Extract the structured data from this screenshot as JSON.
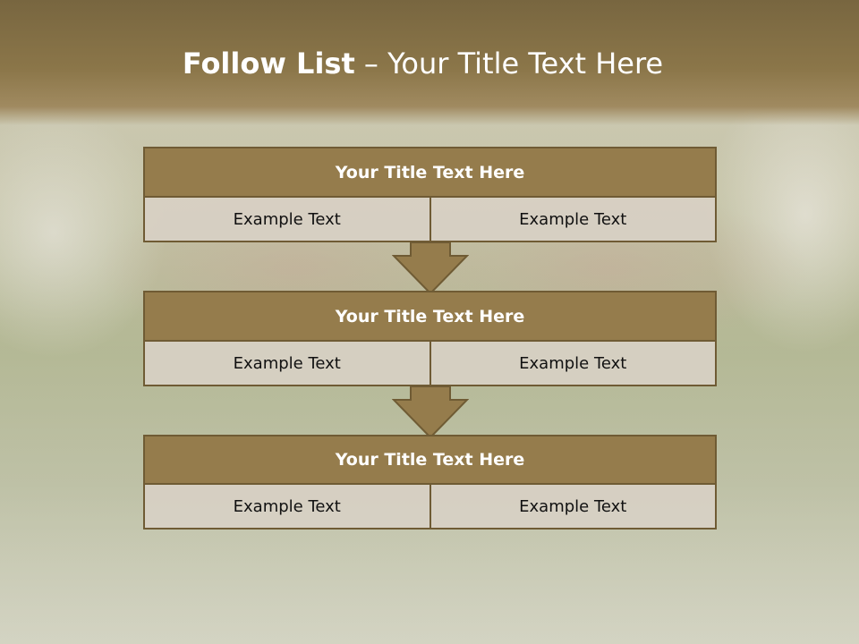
{
  "slide": {
    "title_bold": "Follow List",
    "title_rest": " – Your Title Text Here"
  },
  "blocks": [
    {
      "title": "Your Title Text Here",
      "left": "Example Text",
      "right": "Example Text"
    },
    {
      "title": "Your Title Text Here",
      "left": "Example Text",
      "right": "Example Text"
    },
    {
      "title": "Your Title Text Here",
      "left": "Example Text",
      "right": "Example Text"
    }
  ],
  "colors": {
    "header_fill": "#957c4c",
    "border": "#6f5b34",
    "cell_fill": "#d8d0c4",
    "arrow_fill": "#957c4c"
  }
}
